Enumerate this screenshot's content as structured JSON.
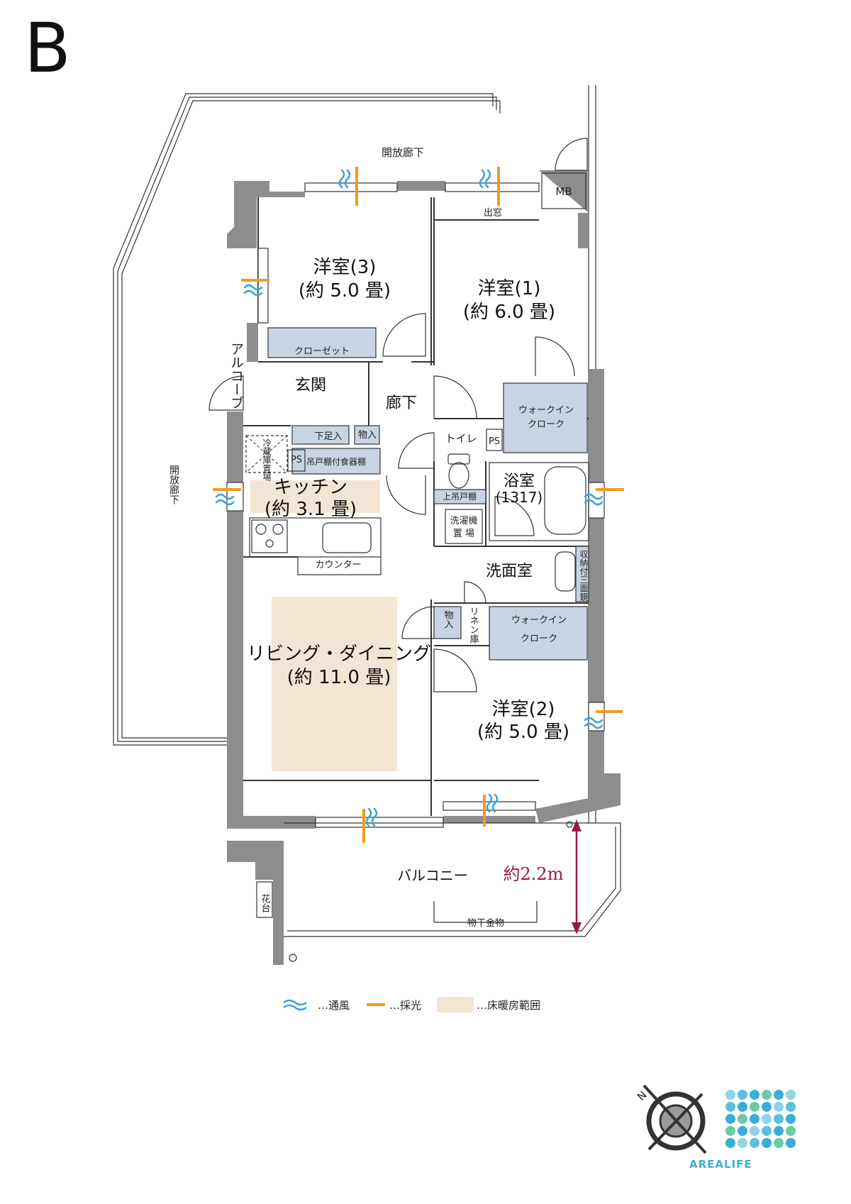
{
  "plan_type": "B",
  "rooms": {
    "western3_name": "洋室(3)",
    "western3_size": "(約 5.0 畳)",
    "western1_name": "洋室(1)",
    "western1_size": "(約 6.0 畳)",
    "western2_name": "洋室(2)",
    "western2_size": "(約 5.0 畳)",
    "kitchen_name": "キッチン",
    "kitchen_size": "(約 3.1 畳)",
    "living_name": "リビング・ダイニング",
    "living_size": "(約 11.0 畳)",
    "entrance": "玄関",
    "hallway": "廊下",
    "bath_name": "浴室",
    "bath_size": "(1317)",
    "washroom": "洗面室",
    "toilet": "トイレ",
    "balcony": "バルコニー"
  },
  "labels": {
    "open_corridor_top": "開放廊下",
    "open_corridor_left": "開放廊下",
    "mb": "MB",
    "bay_window": "出窓",
    "closet": "クローゼット",
    "alcove": "アルコーブ",
    "shoe_storage": "下足入",
    "storage_a": "物入",
    "storage_b": "物入",
    "fridge_space": "冷蔵庫置場",
    "ps_a": "PS",
    "ps_b": "PS",
    "cupboard": "吊戸棚付食器棚",
    "wic_a_line1": "ウォークイン",
    "wic_a_line2": "クローク",
    "wic_b_line1": "ウォークイン",
    "wic_b_line2": "クローク",
    "upper_shelf": "上吊戸棚",
    "washer_line1": "洗濯機",
    "washer_line2": "置 場",
    "storage_mirror": "収納付三面鏡",
    "linen": "リネン庫",
    "counter": "カウンター",
    "flower_bed": "花台",
    "clothes_hanger": "物干金物",
    "balcony_depth": "約2.2m",
    "north": "N"
  },
  "legend": {
    "wind": "…通風",
    "light": "…採光",
    "heating": "…床暖房範囲"
  },
  "colors": {
    "wall": "#8d8d8d",
    "storage": "#c8d4e2",
    "floor_heating": "#f3e5d3",
    "wind": "#3aa2d8",
    "light": "#f29a1f",
    "dimension": "#9b1b3a"
  },
  "logo": {
    "text": "AREALIFE"
  }
}
